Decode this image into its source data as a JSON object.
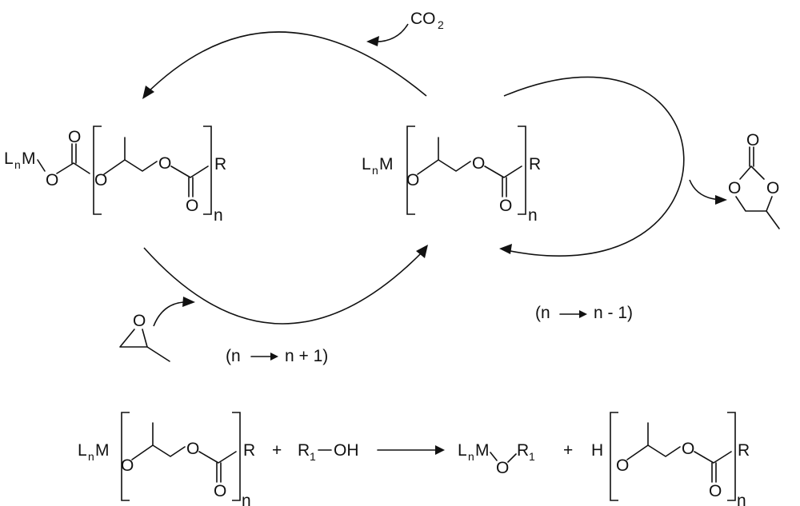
{
  "labels": {
    "LnM_L": "L",
    "LnM_n": "n",
    "LnM_M": "M",
    "oxygen": "O",
    "R": "R",
    "n": "n",
    "CO": "CO",
    "two": "2",
    "plus": "+",
    "R1_R": "R",
    "one": "1",
    "OH": "OH",
    "H": "H"
  },
  "annotations": {
    "propagation": "(n ⟶ n + 1)",
    "backbiting": "(n ⟶ n - 1)",
    "paren_open": "(n",
    "plus_one": "n + 1)",
    "minus_one": "n - 1)"
  }
}
